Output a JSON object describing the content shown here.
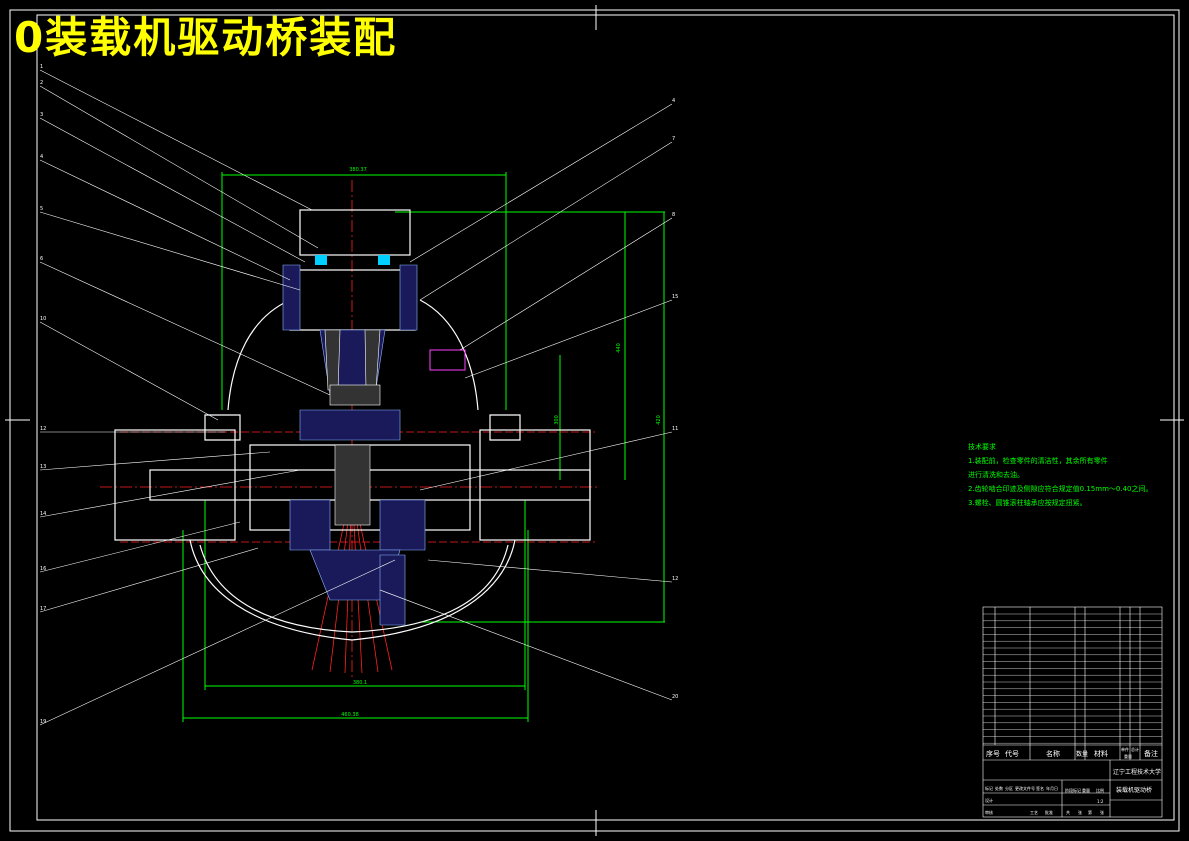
{
  "title": "0装载机驱动桥装配",
  "tech_requirements": {
    "heading": "技术要求",
    "items": [
      "1.装配前，检查零件的清洁性，其余所有零件",
      "进行清洗和去油。",
      "2.齿轮啮合印迹及侧隙应符合规定值0.15mm～0.40之间。",
      "3.螺栓、圆锥滚柱轴承应按规定扭紧。"
    ]
  },
  "part_labels_left": [
    "1",
    "2",
    "3",
    "4",
    "5",
    "6",
    "10",
    "12",
    "13",
    "14",
    "16",
    "17",
    "19"
  ],
  "part_labels_right": [
    "4",
    "7",
    "8",
    "15",
    "11",
    "12",
    "20"
  ],
  "dimensions": [
    "380.37",
    "440",
    "420",
    "300",
    "380.1",
    "460.38"
  ],
  "title_block": {
    "school": "辽宁工程技术大学",
    "drawing_name": "装载机驱动桥",
    "header_labels": [
      "序号",
      "代号",
      "名称",
      "数量",
      "材料",
      "单件",
      "总计",
      "重量",
      "备注"
    ],
    "sign_labels": [
      "标记",
      "处数",
      "分区",
      "更改文件号",
      "签名",
      "年月日",
      "设计",
      "审核",
      "工艺",
      "批准"
    ],
    "scale_labels": [
      "阶段标记",
      "重量",
      "比例"
    ],
    "scale_value": "1:2",
    "sheet_labels": [
      "共",
      "张",
      "第",
      "张"
    ]
  }
}
